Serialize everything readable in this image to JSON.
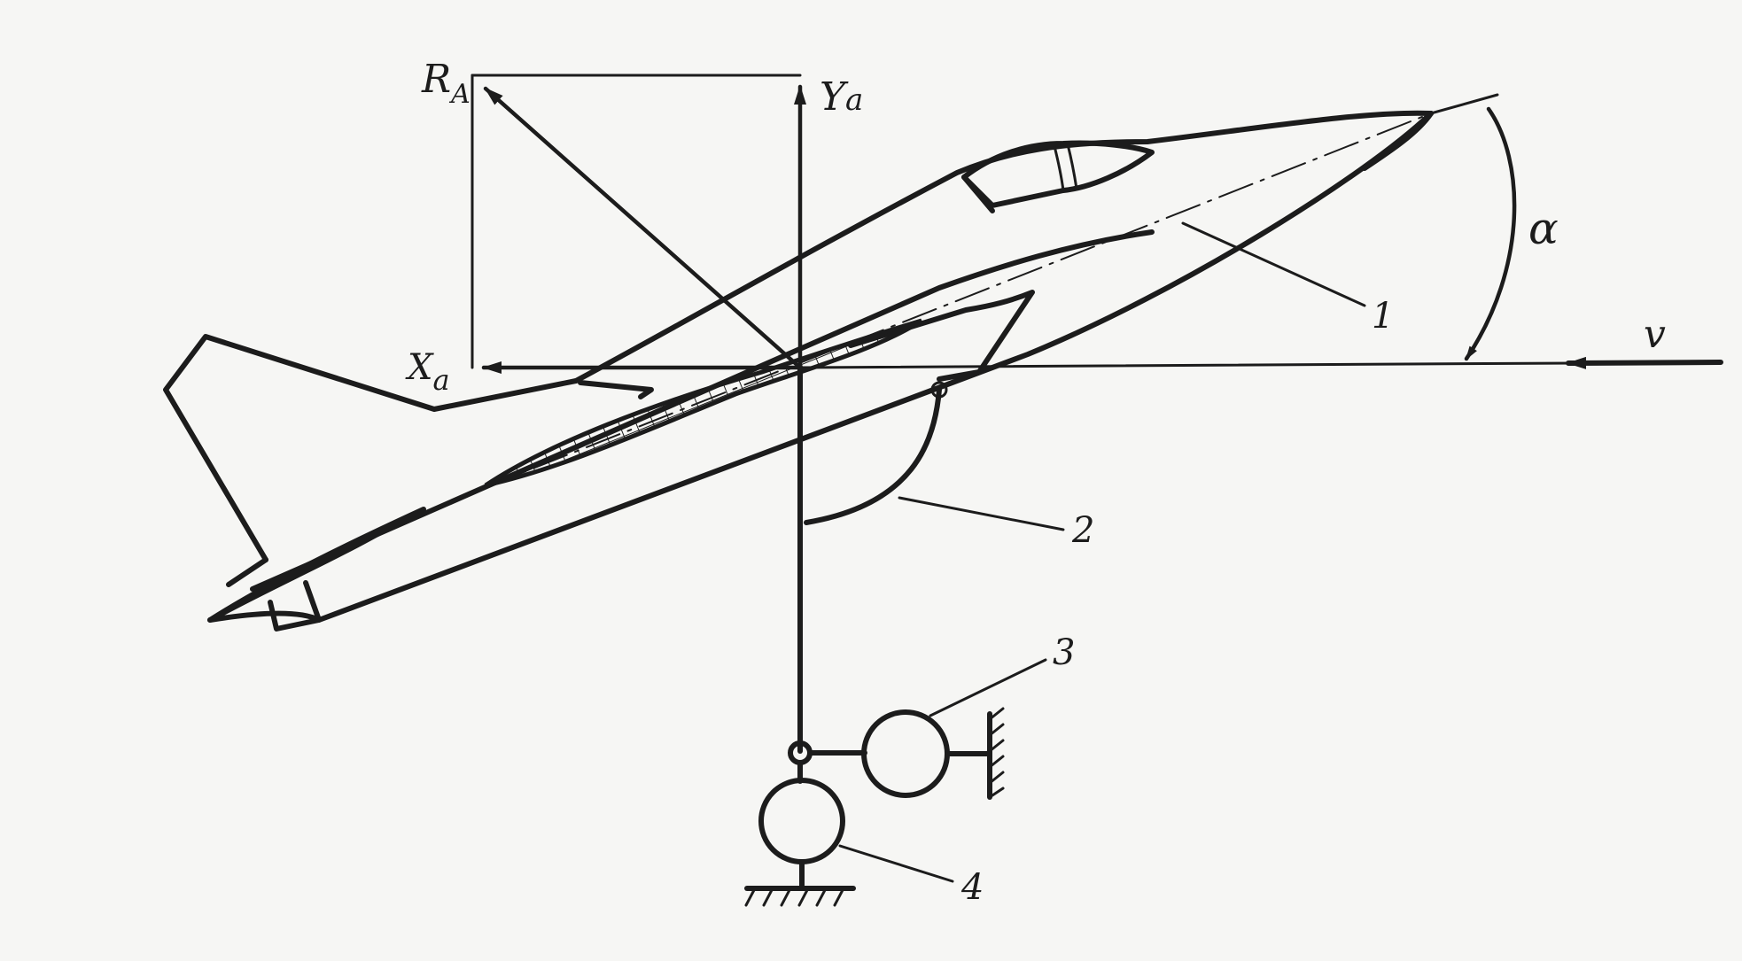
{
  "labels": {
    "resultant_force": "R",
    "resultant_force_subscript": "A",
    "lift_force": "Y",
    "lift_force_subscript": "a",
    "drag_force": "X",
    "drag_force_subscript": "a",
    "angle_of_attack": "α",
    "velocity": "v"
  },
  "callouts": [
    "1",
    "2",
    "3",
    "4"
  ]
}
